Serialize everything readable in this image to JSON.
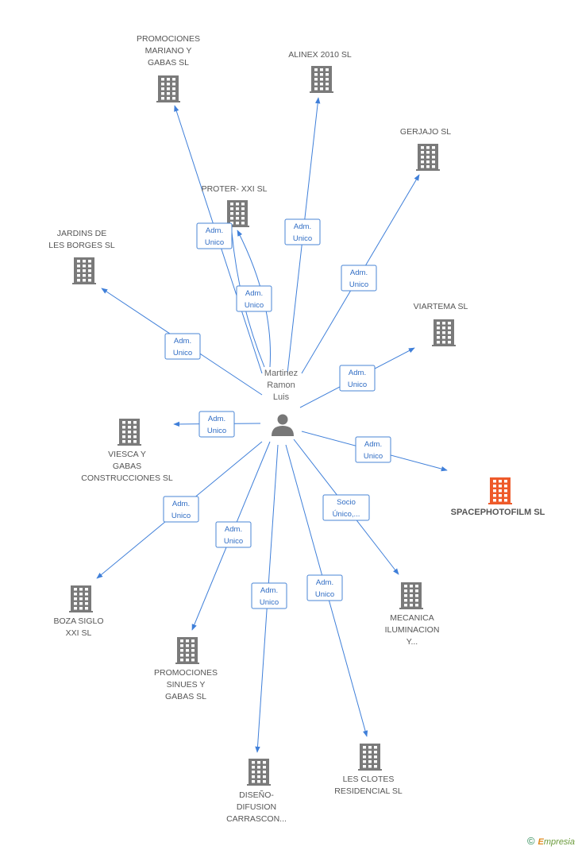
{
  "colors": {
    "edge": "#3f7fd9",
    "building": "#7a7a7a",
    "building_highlight": "#ee5a2a",
    "label": "#555555",
    "role": "#2f6cc4"
  },
  "person": {
    "name_lines": [
      "Martinez",
      "Ramon",
      "Luis"
    ],
    "icon": "person-icon"
  },
  "companies": [
    {
      "id": "promociones-mariano",
      "lines": [
        "PROMOCIONES",
        "MARIANO Y",
        "GABAS SL"
      ],
      "role_lines": [
        "Adm.",
        "Unico"
      ],
      "highlight": false
    },
    {
      "id": "alinex-2010",
      "lines": [
        "ALINEX 2010 SL"
      ],
      "role_lines": [
        "Adm.",
        "Unico"
      ],
      "highlight": false
    },
    {
      "id": "gerjajo",
      "lines": [
        "GERJAJO  SL"
      ],
      "role_lines": [
        "Adm.",
        "Unico"
      ],
      "highlight": false
    },
    {
      "id": "proter-xxi",
      "lines": [
        "PROTER- XXI SL"
      ],
      "role_lines": [
        "Adm.",
        "Unico"
      ],
      "highlight": false
    },
    {
      "id": "jardins-borges",
      "lines": [
        "JARDINS DE",
        "LES BORGES SL"
      ],
      "role_lines": [
        "Adm.",
        "Unico"
      ],
      "highlight": false
    },
    {
      "id": "viartema",
      "lines": [
        "VIARTEMA SL"
      ],
      "role_lines": [
        "Adm.",
        "Unico"
      ],
      "highlight": false
    },
    {
      "id": "viesca-gabas",
      "lines": [
        "VIESCA Y",
        "GABAS",
        "CONSTRUCCIONES SL"
      ],
      "role_lines": [
        "Adm.",
        "Unico"
      ],
      "highlight": false
    },
    {
      "id": "spacephotofilm",
      "lines": [
        "SPACEPHOTOFILM SL"
      ],
      "role_lines": [
        "Adm.",
        "Unico"
      ],
      "highlight": true
    },
    {
      "id": "boza-siglo",
      "lines": [
        "BOZA SIGLO",
        "XXI SL"
      ],
      "role_lines": [
        "Adm.",
        "Unico"
      ],
      "highlight": false
    },
    {
      "id": "mecanica-iluminacion",
      "lines": [
        "MECANICA",
        "ILUMINACION",
        "Y..."
      ],
      "role_lines": [
        "Socio",
        "Único,..."
      ],
      "highlight": false
    },
    {
      "id": "promociones-sinues",
      "lines": [
        "PROMOCIONES",
        "SINUES Y",
        "GABAS SL"
      ],
      "role_lines": [
        "Adm.",
        "Unico"
      ],
      "highlight": false
    },
    {
      "id": "diseno-difusion",
      "lines": [
        "DISEÑO-",
        "DIFUSION",
        "CARRASCON..."
      ],
      "role_lines": [
        "Adm.",
        "Unico"
      ],
      "highlight": false
    },
    {
      "id": "les-clotes",
      "lines": [
        "LES CLOTES",
        "RESIDENCIAL SL"
      ],
      "role_lines": [
        "Adm.",
        "Unico"
      ],
      "highlight": false
    }
  ],
  "footer": {
    "copyright": "©",
    "brand_first": "E",
    "brand_rest": "mpresia"
  }
}
